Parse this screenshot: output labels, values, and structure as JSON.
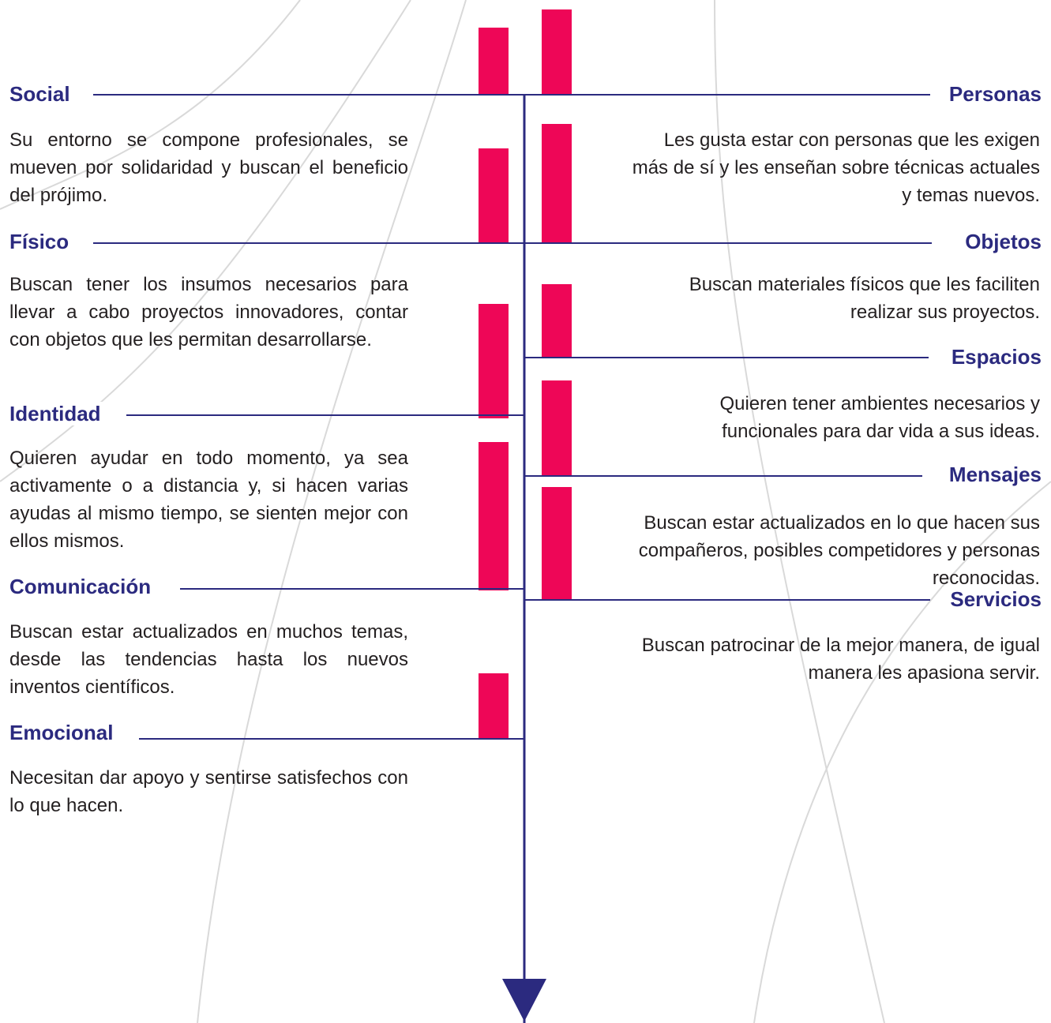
{
  "colors": {
    "line": "#2b2a7f",
    "bar": "#ee0657",
    "text": "#231f20",
    "arc": "#d9d9d9"
  },
  "left_column": [
    {
      "title": "Social",
      "text": "Su entorno se compone profesionales, se mueven por solidaridad y buscan el beneficio del prójimo."
    },
    {
      "title": "Físico",
      "text": "Buscan tener los insumos necesarios para llevar a cabo proyectos innovadores, contar con objetos que les permitan desarrollarse."
    },
    {
      "title": "Identidad",
      "text": "Quieren ayudar en todo momento, ya sea activamente o a distancia y, si hacen varias ayudas al mismo tiempo, se sienten mejor con ellos mismos."
    },
    {
      "title": "Comunicación",
      "text": "Buscan estar actualizados en muchos temas, desde las tendencias hasta los nuevos inventos científicos."
    },
    {
      "title": "Emocional",
      "text": "Necesitan dar apoyo y sentirse satisfechos con lo que hacen."
    }
  ],
  "right_column": [
    {
      "title": "Personas",
      "text": "Les gusta estar con personas que les exigen más de sí y les enseñan sobre técnicas actuales y temas nuevos."
    },
    {
      "title": "Objetos",
      "text": "Buscan materiales físicos que les faciliten realizar sus proyectos."
    },
    {
      "title": "Espacios",
      "text": "Quieren tener ambientes necesarios y funcionales para dar vida a sus ideas."
    },
    {
      "title": "Mensajes",
      "text": "Buscan estar actualizados en lo que hacen sus compañeros, posibles competidores y personas reconocidas."
    },
    {
      "title": "Servicios",
      "text": "Buscan patrocinar de la mejor manera, de igual manera les apasiona servir."
    }
  ]
}
